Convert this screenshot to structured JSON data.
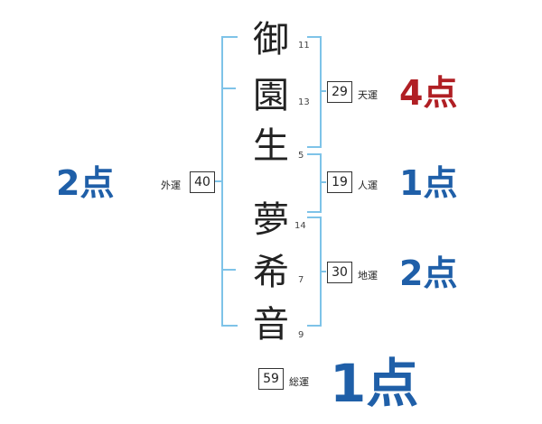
{
  "characters": [
    {
      "char": "御",
      "strokes": "11"
    },
    {
      "char": "園",
      "strokes": "13"
    },
    {
      "char": "生",
      "strokes": "5"
    },
    {
      "char": "夢",
      "strokes": "14"
    },
    {
      "char": "希",
      "strokes": "7"
    },
    {
      "char": "音",
      "strokes": "9"
    }
  ],
  "fortunes": {
    "tenkaku": {
      "value": "29",
      "label": "天運",
      "score": "4点"
    },
    "jinkaku": {
      "value": "19",
      "label": "人運",
      "score": "1点"
    },
    "chikaku": {
      "value": "30",
      "label": "地運",
      "score": "2点"
    },
    "gaikaku": {
      "value": "40",
      "label": "外運",
      "score": "2点"
    },
    "soukaku": {
      "value": "59",
      "label": "総運",
      "score": "1点"
    }
  },
  "colors": {
    "bracket": "#7ec3e8",
    "score_blue": "#1f5fa8",
    "score_red": "#b01f24"
  }
}
